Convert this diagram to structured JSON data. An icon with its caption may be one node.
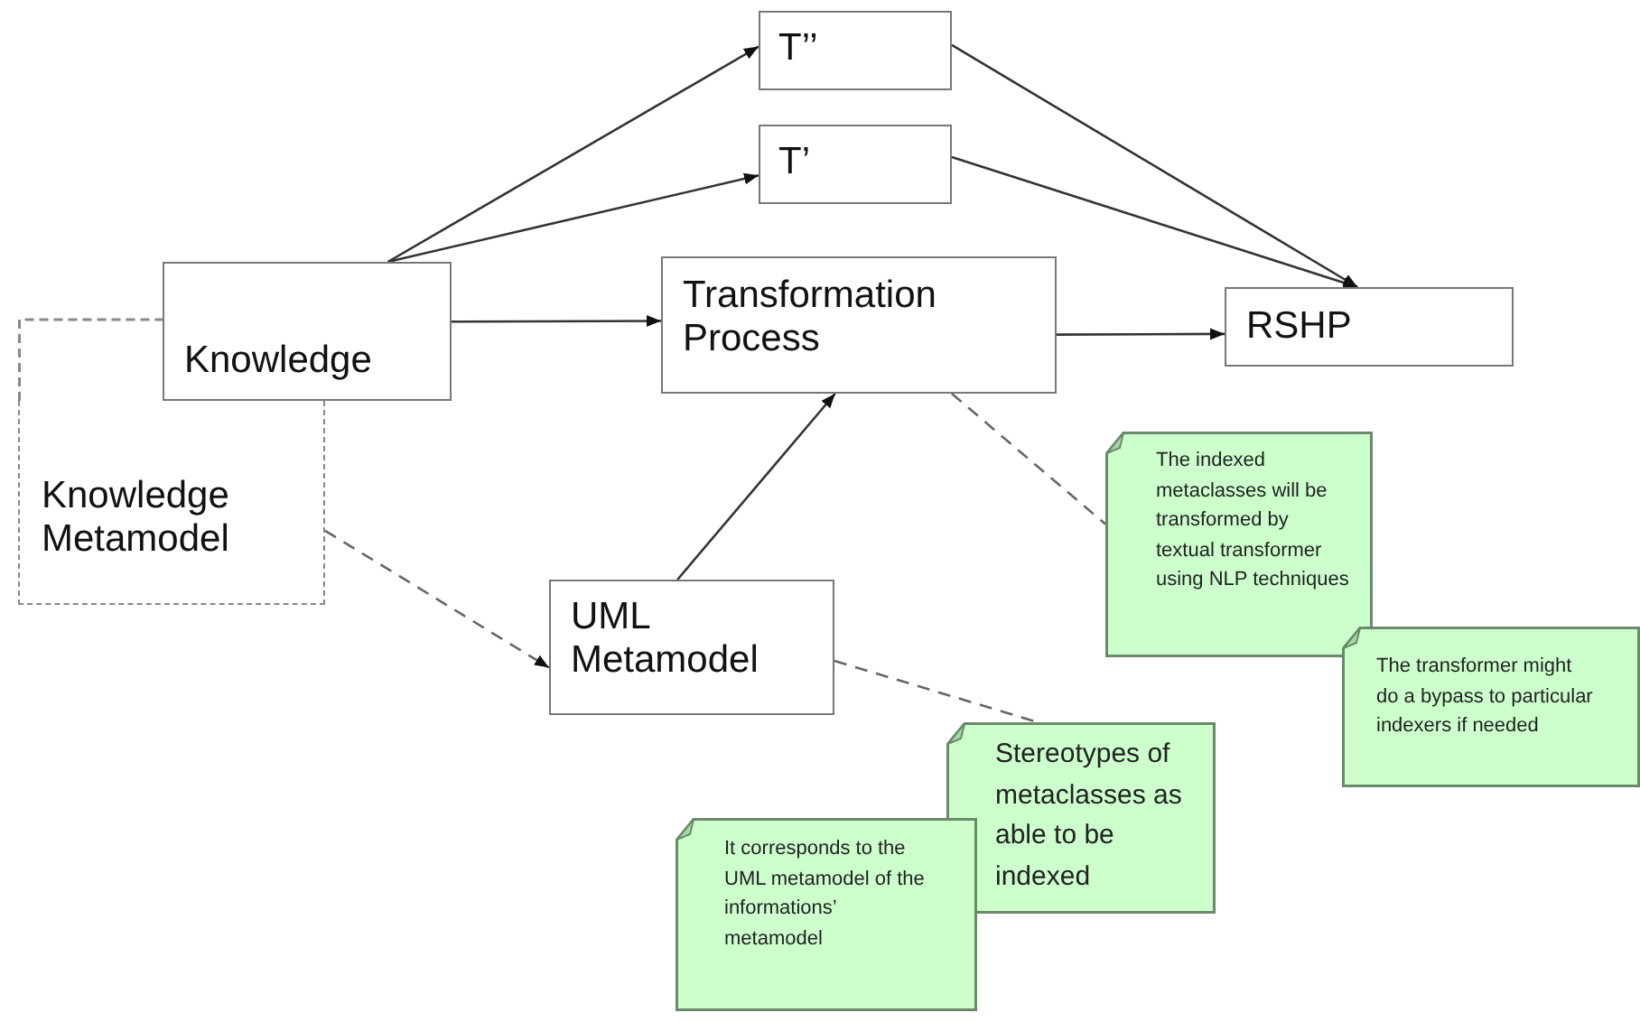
{
  "diagram": {
    "nodes": [
      {
        "text": [
          "T’’"
        ]
      },
      {
        "text": [
          "T’"
        ]
      },
      {
        "text": [
          "Knowledge Metamodel"
        ]
      },
      {
        "text": [
          "Knowledge"
        ]
      },
      {
        "text": [
          "Transformation Process"
        ]
      },
      {
        "text": [
          "RSHP"
        ]
      },
      {
        "text": [
          "UML Metamodel"
        ]
      },
      {
        "text": [
          "The indexed metaclasses will be transformed by textual transformer using NLP techniques"
        ]
      },
      {
        "text": [
          "The transformer might do a bypass to particular indexers if needed"
        ]
      },
      {
        "text": [
          "Stereotypes of metaclasses as able to be indexed"
        ]
      },
      {
        "text": [
          "It corresponds to the UML metamodel of the informations’ metamodel"
        ]
      }
    ],
    "edges": [
      {
        "from": 3,
        "to": 0,
        "arrow": "to"
      },
      {
        "from": 3,
        "to": 1,
        "arrow": "to"
      },
      {
        "from": 3,
        "to": 4,
        "arrow": "to"
      },
      {
        "from": 4,
        "to": 5,
        "arrow": "to"
      },
      {
        "from": 0,
        "to": 5,
        "arrow": "to"
      },
      {
        "from": 1,
        "to": 5,
        "arrow": "to"
      },
      {
        "from": 6,
        "to": 4,
        "arrow": "to"
      },
      {
        "from": 2,
        "to": 6,
        "arrow": "to",
        "style": "dashed"
      },
      {
        "from": 4,
        "to": 7,
        "arrow": "none",
        "style": "dashed"
      },
      {
        "from": 6,
        "to": 9,
        "arrow": "none",
        "style": "dashed"
      }
    ]
  }
}
